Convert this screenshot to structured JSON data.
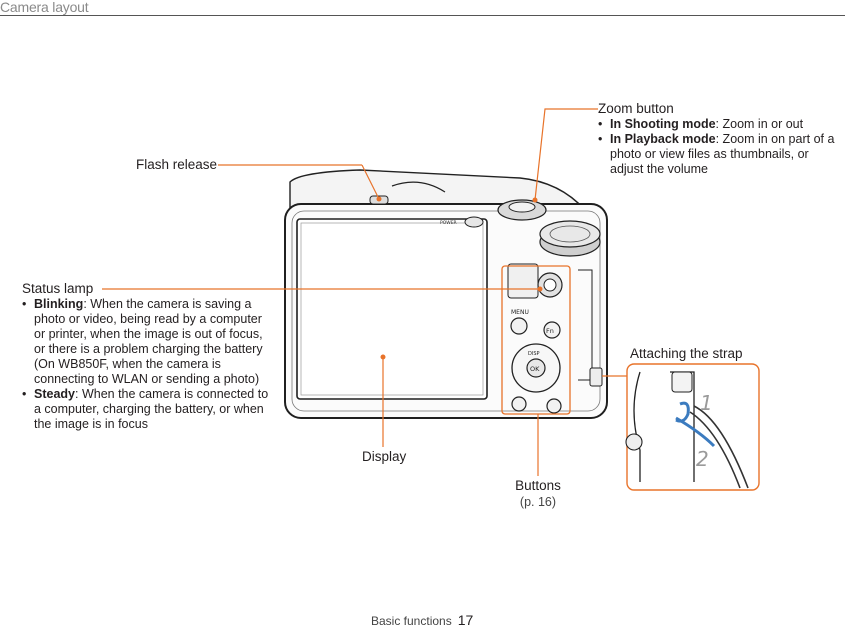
{
  "header": {
    "title": "Camera layout"
  },
  "callouts": {
    "zoom": {
      "title": "Zoom button",
      "items": [
        {
          "bold": "In Shooting mode",
          "text": ": Zoom in or out"
        },
        {
          "bold": "In Playback mode",
          "text": ": Zoom in on part of a photo or view files as thumbnails, or adjust the volume"
        }
      ]
    },
    "flash": {
      "title": "Flash release"
    },
    "status": {
      "title": "Status lamp",
      "items": [
        {
          "bold": "Blinking",
          "text": ": When the camera is saving a photo or video, being read by a computer or printer, when the image is out of focus, or there is a problem charging the battery (On WB850F, when the camera is connecting to WLAN or sending a photo)"
        },
        {
          "bold": "Steady",
          "text": ": When the camera is connected to a computer, charging the battery, or when the image is in focus"
        }
      ]
    },
    "display": {
      "title": "Display"
    },
    "buttons": {
      "title": "Buttons",
      "page_ref": "(p. 16)"
    },
    "strap": {
      "title": "Attaching the strap",
      "step1": "1",
      "step2": "2"
    }
  },
  "camera_marks": {
    "menu": "MENU",
    "fn": "Fn",
    "ok": "OK",
    "disp": "DISP",
    "power": "POWER"
  },
  "footer": {
    "section": "Basic functions",
    "page": "17"
  },
  "colors": {
    "accent": "#e8732a",
    "strap_arrow": "#3b7bbf",
    "step_number": "#9a9a9a"
  }
}
